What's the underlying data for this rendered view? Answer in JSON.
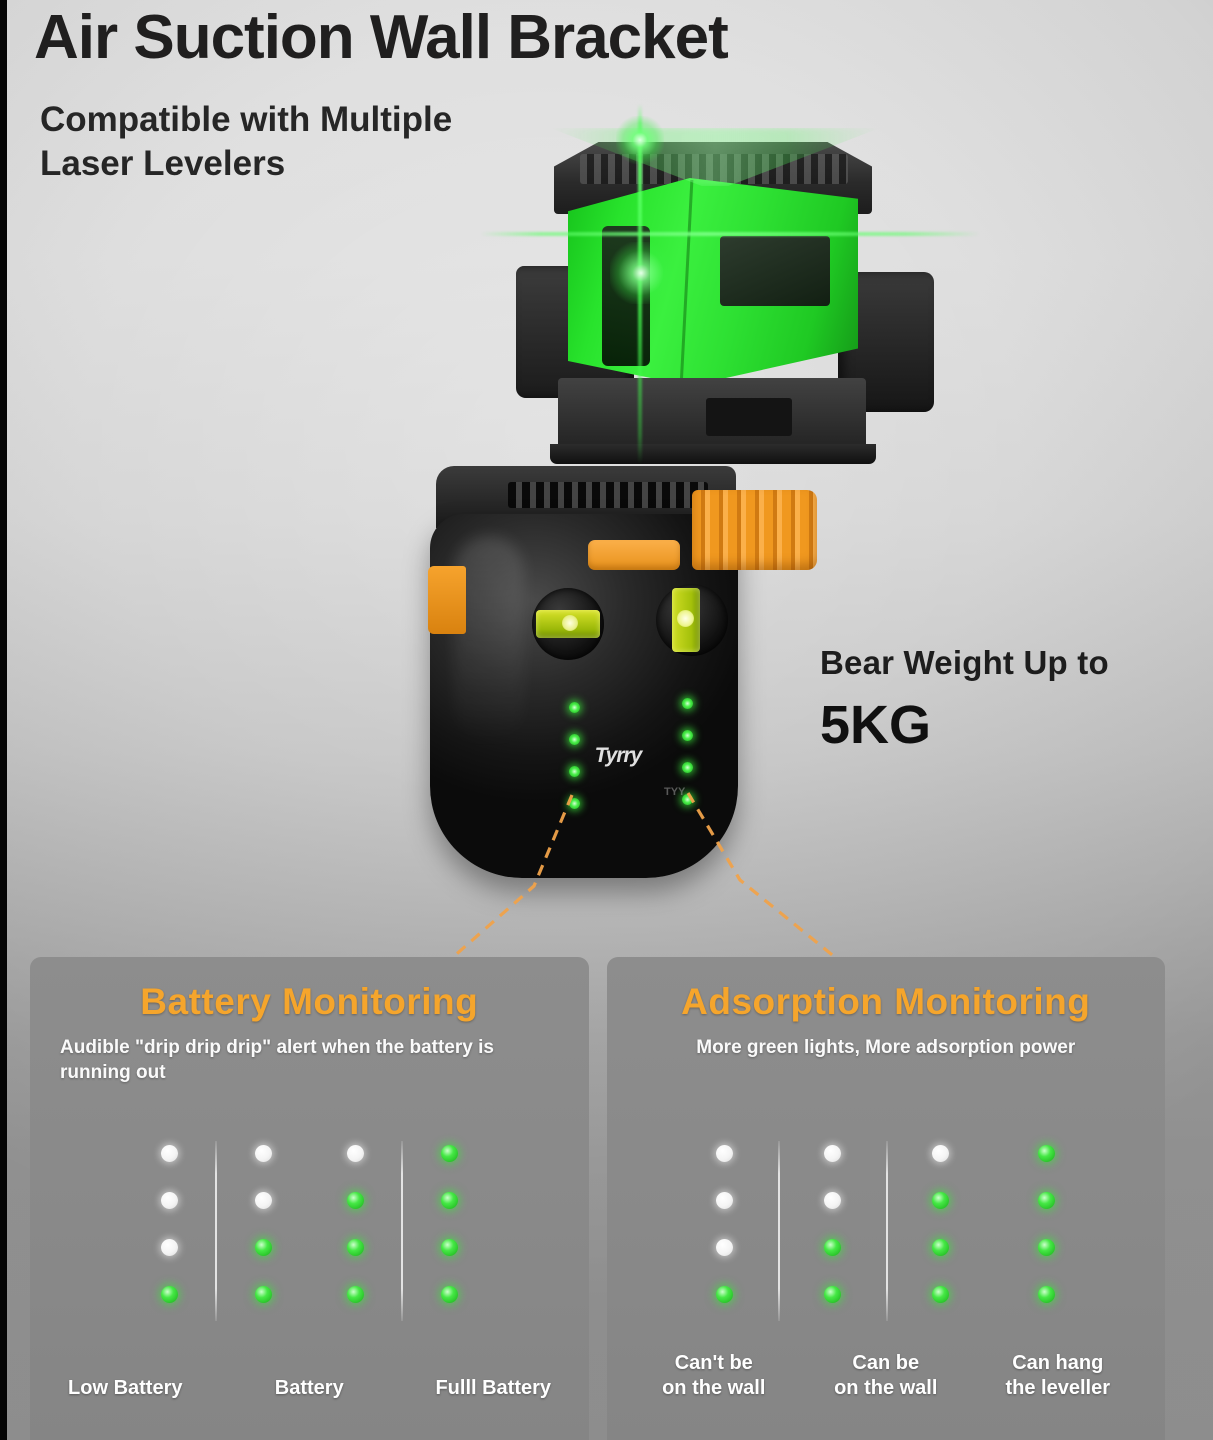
{
  "header": {
    "title": "Air Suction Wall Bracket",
    "subtitle_line1": "Compatible with Multiple",
    "subtitle_line2": "Laser Levelers"
  },
  "weight_callout": {
    "label": "Bear Weight Up to",
    "value": "5KG"
  },
  "product": {
    "brand_logo": "Tyrry",
    "brand_sub": "TYY"
  },
  "colors": {
    "accent_orange": "#f5a52c",
    "led_green": "#45e845",
    "led_white": "#ffffff",
    "panel_gray": "#8a8a8a",
    "background_top": "#dedede",
    "background_bottom": "#a0a0a0"
  },
  "panels": [
    {
      "id": "battery-monitoring",
      "title": "Battery Monitoring",
      "subtitle": "Audible \"drip drip drip\" alert when the battery is running out",
      "groups": [
        {
          "columns": [
            {
              "leds": [
                "off",
                "off",
                "off",
                "on"
              ]
            }
          ]
        },
        {
          "columns": [
            {
              "leds": [
                "off",
                "off",
                "on",
                "on"
              ]
            },
            {
              "leds": [
                "off",
                "on",
                "on",
                "on"
              ]
            }
          ]
        },
        {
          "columns": [
            {
              "leds": [
                "on",
                "on",
                "on",
                "on"
              ]
            }
          ]
        }
      ],
      "labels": [
        {
          "line1": "Low Battery",
          "line2": ""
        },
        {
          "line1": "Battery",
          "line2": ""
        },
        {
          "line1": "Fulll Battery",
          "line2": ""
        }
      ]
    },
    {
      "id": "adsorption-monitoring",
      "title": "Adsorption Monitoring",
      "subtitle": "More green lights, More adsorption power",
      "groups": [
        {
          "columns": [
            {
              "leds": [
                "off",
                "off",
                "off",
                "on"
              ]
            }
          ]
        },
        {
          "columns": [
            {
              "leds": [
                "off",
                "off",
                "on",
                "on"
              ]
            }
          ]
        },
        {
          "columns": [
            {
              "leds": [
                "off",
                "on",
                "on",
                "on"
              ]
            },
            {
              "leds": [
                "on",
                "on",
                "on",
                "on"
              ]
            }
          ]
        }
      ],
      "labels": [
        {
          "line1": "Can't be",
          "line2": "on the wall"
        },
        {
          "line1": "Can be",
          "line2": "on the wall"
        },
        {
          "line1": "Can hang",
          "line2": "the leveller"
        }
      ]
    }
  ]
}
